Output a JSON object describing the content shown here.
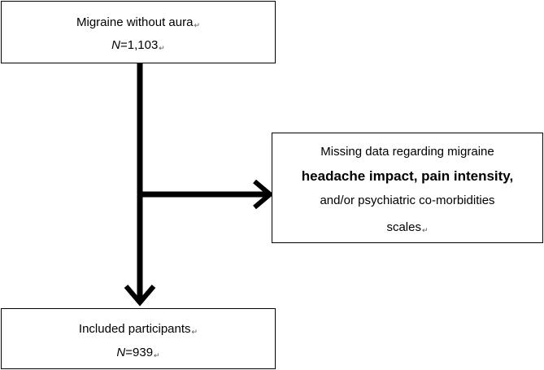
{
  "diagram": {
    "top_box": {
      "title": "Migraine without aura",
      "n_label": "N",
      "n_value": "=1,103",
      "return_mark": "↵"
    },
    "side_box": {
      "line1": "Missing data regarding migraine",
      "line2": "headache impact, pain intensity,",
      "line3": "and/or psychiatric co-morbidities",
      "line4": "scales",
      "return_mark": "↵"
    },
    "bottom_box": {
      "title": "Included participants",
      "n_label": "N",
      "n_value": "=939",
      "return_mark": "↵"
    },
    "colors": {
      "stroke": "#000000",
      "background": "#ffffff"
    }
  }
}
